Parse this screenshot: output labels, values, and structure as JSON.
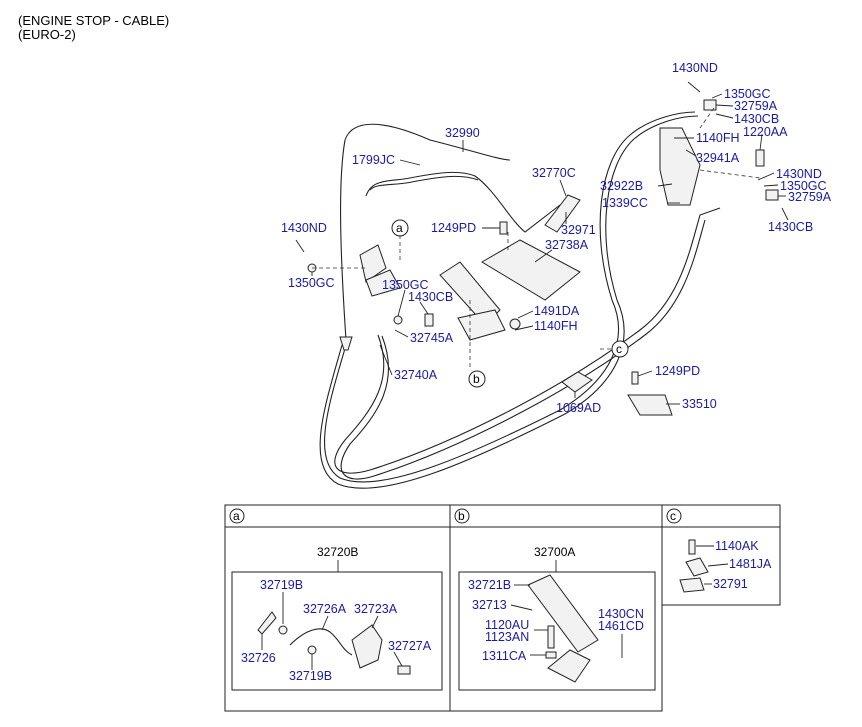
{
  "header": {
    "line1": "(ENGINE STOP - CABLE)",
    "line2": "(EURO-2)"
  },
  "labels": {
    "p1430nd_top": "1430ND",
    "p1350gc_top": "1350GC",
    "p32759a_top": "32759A",
    "p1430cb_top": "1430CB",
    "p1140fh_top": "1140FH",
    "p1220aa": "1220AA",
    "p32941a": "32941A",
    "p1430nd_r": "1430ND",
    "p1350gc_r": "1350GC",
    "p32759a_r": "32759A",
    "p1430cb_r": "1430CB",
    "p32922b": "32922B",
    "p1339cc": "1339CC",
    "p32990": "32990",
    "p1799jc": "1799JC",
    "p32770c": "32770C",
    "p32971": "32971",
    "p1249pd_top": "1249PD",
    "p32738a": "32738A",
    "p1430nd_l": "1430ND",
    "p1350gc_l": "1350GC",
    "p1350gc_m": "1350GC",
    "p1430cb_m": "1430CB",
    "p32745a": "32745A",
    "p1491da": "1491DA",
    "p1140fh_m": "1140FH",
    "p32740a": "32740A",
    "p1249pd_r": "1249PD",
    "p33510": "33510",
    "p1069ad": "1069AD"
  },
  "callouts": {
    "a": "a",
    "b": "b",
    "c": "c"
  },
  "detail_a": {
    "tag": "a",
    "assembly": "32720B",
    "parts": {
      "p32719b_top": "32719B",
      "p32726a": "32726A",
      "p32723a": "32723A",
      "p32727a": "32727A",
      "p32726": "32726",
      "p32719b_bot": "32719B"
    }
  },
  "detail_b": {
    "tag": "b",
    "assembly": "32700A",
    "parts": {
      "p32721b": "32721B",
      "p32713": "32713",
      "p1430cn": "1430CN",
      "p1461cd": "1461CD",
      "p1120au": "1120AU",
      "p1123an": "1123AN",
      "p1311ca": "1311CA"
    }
  },
  "detail_c": {
    "tag": "c",
    "parts": {
      "p1140ak": "1140AK",
      "p1481ja": "1481JA",
      "p32791": "32791"
    }
  }
}
